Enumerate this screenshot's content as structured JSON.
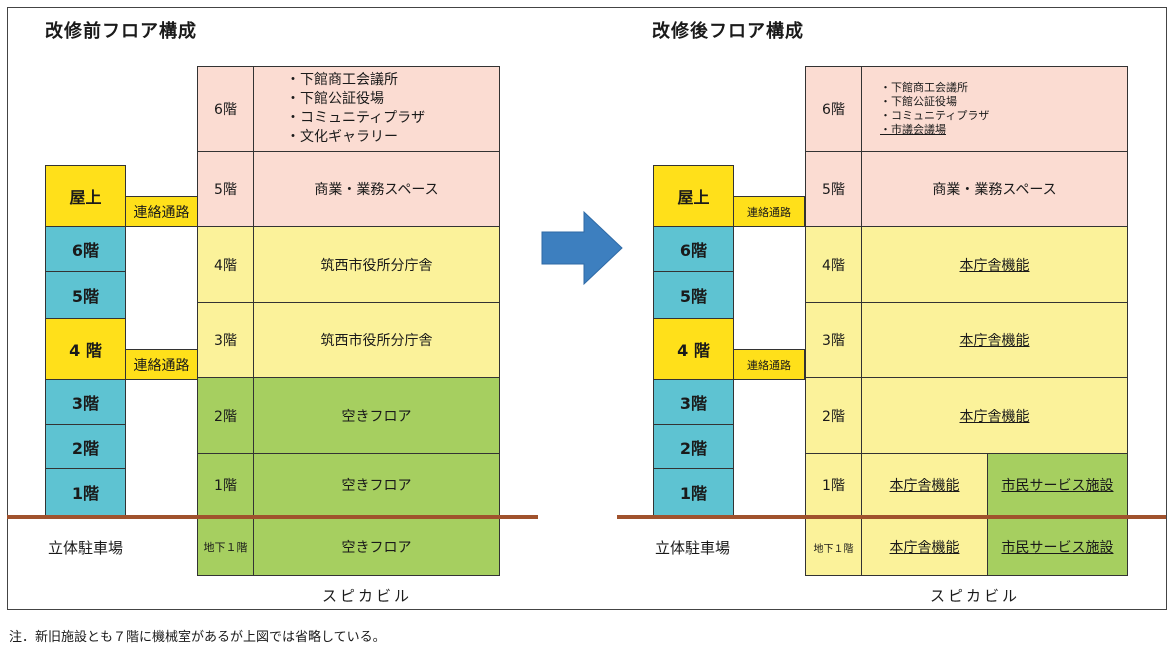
{
  "before": {
    "title": "改修前フロア構成",
    "left_building": {
      "rooftop": "屋上",
      "f6": "6階",
      "f5": "5階",
      "f4": "4 階",
      "f3": "3階",
      "f2": "2階",
      "f1": "1階"
    },
    "corridor_top": "連絡通路",
    "corridor_bottom": "連絡通路",
    "spica": {
      "f6": {
        "label": "6階",
        "items": [
          "・下館商工会議所",
          "・下館公証役場",
          "・コミュニティプラザ",
          "・文化ギャラリー"
        ]
      },
      "f5": {
        "label": "5階",
        "content": "商業・業務スペース"
      },
      "f4": {
        "label": "4階",
        "content": "筑西市役所分庁舎"
      },
      "f3": {
        "label": "3階",
        "content": "筑西市役所分庁舎"
      },
      "f2": {
        "label": "2階",
        "content": "空きフロア"
      },
      "f1": {
        "label": "1階",
        "content": "空きフロア"
      },
      "b1": {
        "label": "地下１階",
        "content": "空きフロア"
      }
    },
    "parking": "立体駐車場",
    "building_name": "スピカビル"
  },
  "after": {
    "title": "改修後フロア構成",
    "left_building": {
      "rooftop": "屋上",
      "f6": "6階",
      "f5": "5階",
      "f4": "4 階",
      "f3": "3階",
      "f2": "2階",
      "f1": "1階"
    },
    "corridor_top": "連絡通路",
    "corridor_bottom": "連絡通路",
    "spica": {
      "f6": {
        "label": "6階",
        "items": [
          "・下館商工会議所",
          "・下館公証役場",
          "・コミュニティプラザ",
          "・市議会議場"
        ]
      },
      "f5": {
        "label": "5階",
        "content": "商業・業務スペース"
      },
      "f4": {
        "label": "4階",
        "content": "本庁舎機能"
      },
      "f3": {
        "label": "3階",
        "content": "本庁舎機能"
      },
      "f2": {
        "label": "2階",
        "content": "本庁舎機能"
      },
      "f1": {
        "label": "1階",
        "left": "本庁舎機能",
        "right": "市民サービス施設"
      },
      "b1": {
        "label": "地下１階",
        "left": "本庁舎機能",
        "right": "市民サービス施設"
      }
    },
    "parking": "立体駐車場",
    "building_name": "スピカビル"
  },
  "note": "注．新旧施設とも７階に機械室があるが上図では省略している。",
  "colors": {
    "pink": "#fbdcd2",
    "yellow": "#fbf29a",
    "green": "#a6cf60",
    "gold": "#ffe01a",
    "cyan": "#5ec3d2",
    "arrow": "#3d7fbf",
    "ground": "#a0522d"
  },
  "icons": {
    "arrow": "right-arrow-icon"
  }
}
